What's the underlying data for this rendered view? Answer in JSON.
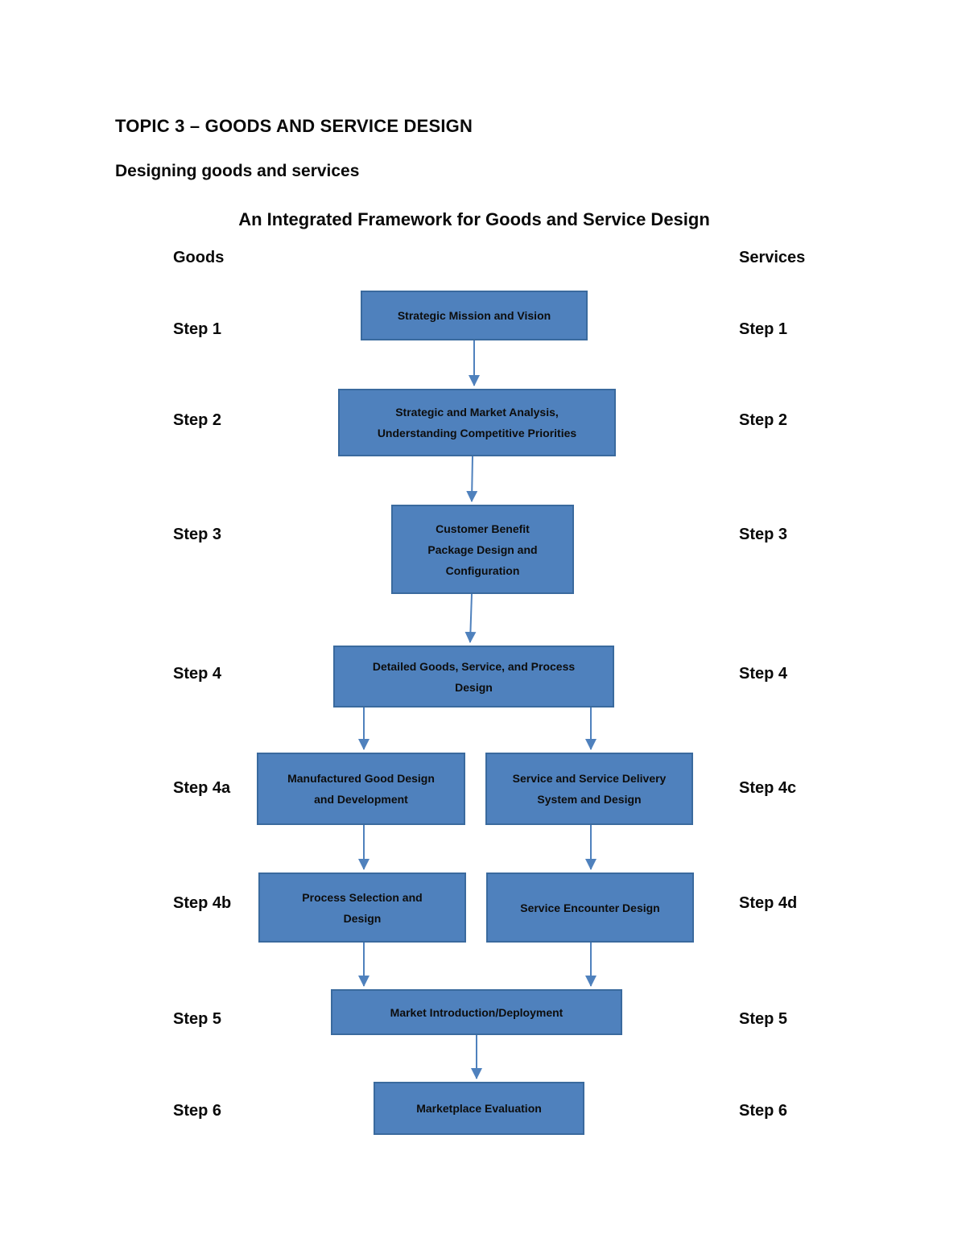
{
  "page": {
    "title": "TOPIC 3 – GOODS AND SERVICE DESIGN",
    "subtitle": "Designing goods and services"
  },
  "diagram": {
    "title": "An Integrated Framework for Goods and Service Design",
    "left_header": "Goods",
    "right_header": "Services",
    "left_steps": [
      "Step 1",
      "Step 2",
      "Step 3",
      "Step 4",
      "Step 4a",
      "Step 4b",
      "Step 5",
      "Step 6"
    ],
    "right_steps": [
      "Step 1",
      "Step 2",
      "Step 3",
      "Step 4",
      "Step 4c",
      "Step 4d",
      "Step 5",
      "Step 6"
    ],
    "boxes": [
      {
        "id": "strategic-mission-and-vision",
        "label": "Strategic Mission and Vision"
      },
      {
        "id": "strategic-and-market-analysis",
        "label": "Strategic and Market Analysis,\nUnderstanding Competitive Priorities"
      },
      {
        "id": "customer-benefit-package",
        "label": "Customer Benefit\nPackage Design and\nConfiguration"
      },
      {
        "id": "detailed-goods-service-process-design",
        "label": "Detailed Goods, Service, and Process\nDesign"
      },
      {
        "id": "manufactured-good-design",
        "label": "Manufactured Good Design\nand Development"
      },
      {
        "id": "service-delivery-system",
        "label": "Service and Service Delivery\nSystem and Design"
      },
      {
        "id": "process-selection-and-design",
        "label": "Process Selection and\nDesign"
      },
      {
        "id": "service-encounter-design",
        "label": "Service Encounter Design"
      },
      {
        "id": "market-introduction-deployment",
        "label": "Market Introduction/Deployment"
      },
      {
        "id": "marketplace-evaluation",
        "label": "Marketplace Evaluation"
      }
    ],
    "colors": {
      "box_fill": "#4f81bd",
      "box_border": "#3a6a9e",
      "arrow": "#4f81bd"
    }
  }
}
